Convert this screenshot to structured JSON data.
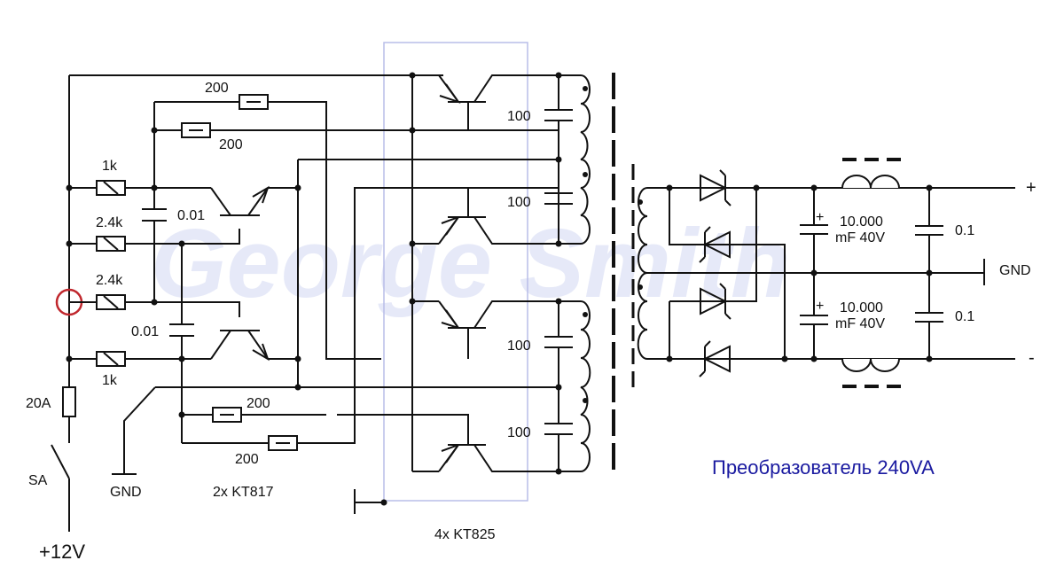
{
  "watermark": "George Smith",
  "title": "Преобразователь 240VA",
  "supply": {
    "voltage": "+12V",
    "fuse": "20A",
    "switch": "SA",
    "gnd_left": "GND",
    "gnd_right": "GND"
  },
  "resistors": {
    "r1": "1k",
    "r2": "2.4k",
    "r3": "2.4k",
    "r4": "1k",
    "r5": "200",
    "r6": "200",
    "r7": "200",
    "r8": "200"
  },
  "capacitors": {
    "c1": "0.01",
    "c2": "0.01",
    "c3": "100",
    "c4": "100",
    "c5": "100",
    "c6": "100",
    "c7_value": "10.000",
    "c7_rating": "mF 40V",
    "c8_value": "10.000",
    "c8_rating": "mF 40V",
    "c9": "0.1",
    "c10": "0.1",
    "polarity": "+"
  },
  "transistors": {
    "driver": "2x KT817",
    "output": "4x KT825"
  },
  "outputs": {
    "plus": "+",
    "minus": "-"
  },
  "colors": {
    "wire": "#111111",
    "title": "#1a1aa0",
    "box": "#b8bde8",
    "marker": "#c0272d"
  }
}
